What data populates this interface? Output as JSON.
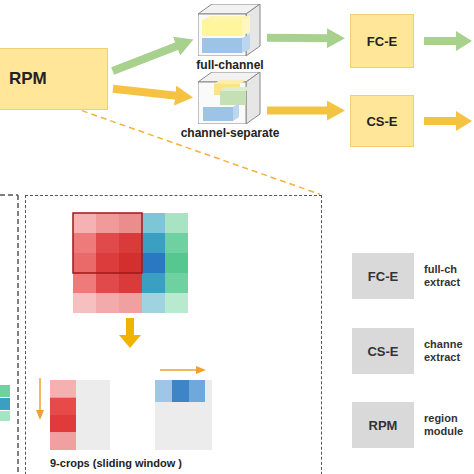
{
  "diagram": {
    "nodes": [
      {
        "text": [
          "RPM"
        ]
      },
      {
        "text": [
          "full-channel"
        ]
      },
      {
        "text": [
          "channel-separate"
        ]
      },
      {
        "text": [
          "FC-E"
        ]
      },
      {
        "text": [
          "CS-E"
        ]
      },
      {
        "text": [
          "9-crops (sliding window )"
        ]
      },
      {
        "text": [
          "FC-E"
        ]
      },
      {
        "text": [
          "CS-E"
        ]
      },
      {
        "text": [
          "RPM"
        ]
      }
    ],
    "edges": [
      {
        "from": 0,
        "to": 1,
        "arrow": "to"
      },
      {
        "from": 0,
        "to": 2,
        "arrow": "to"
      },
      {
        "from": 1,
        "to": 3,
        "arrow": "to"
      },
      {
        "from": 2,
        "to": 4,
        "arrow": "to"
      },
      {
        "from": 0,
        "to": 5,
        "arrow": "none"
      }
    ],
    "labels": [
      "full-ch extract",
      "channe extract",
      "region module"
    ]
  }
}
